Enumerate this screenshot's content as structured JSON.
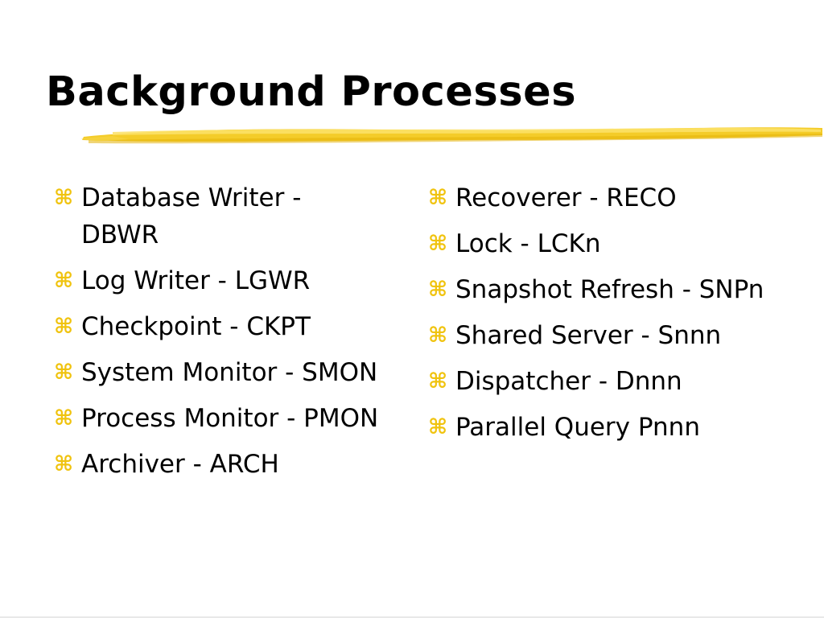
{
  "slide": {
    "title": "Background Processes",
    "accent_color": "#f0c30e",
    "bullet_icon": "command-key-icon",
    "bullet_glyph": "⌘",
    "left_items": [
      "Database Writer - DBWR",
      "Log Writer - LGWR",
      "Checkpoint - CKPT",
      "System Monitor - SMON",
      "Process Monitor - PMON",
      "Archiver - ARCH"
    ],
    "right_items": [
      "Recoverer - RECO",
      "Lock - LCKn",
      "Snapshot Refresh - SNPn",
      "Shared Server - Snnn",
      "Dispatcher - Dnnn",
      "Parallel Query Pnnn"
    ]
  }
}
